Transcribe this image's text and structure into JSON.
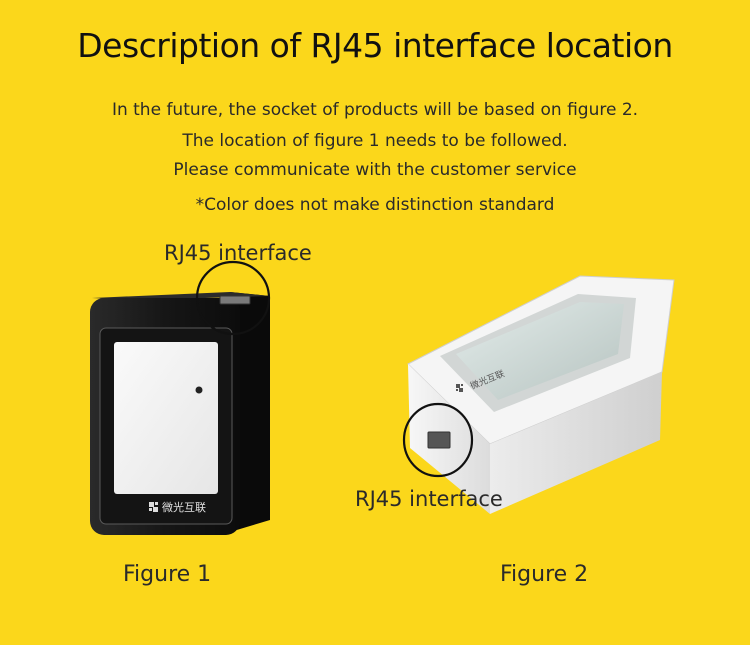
{
  "header": {
    "title": "Description of RJ45 interface location"
  },
  "description": {
    "lines": [
      "In the future, the socket of products will be based on figure 2.",
      "The location of figure 1 needs to be followed.",
      "Please communicate with the customer service",
      "*Color does not make distinction standard"
    ]
  },
  "figure1": {
    "interface_label": "RJ45 interface",
    "caption": "Figure 1",
    "brand": "微光互联"
  },
  "figure2": {
    "interface_label": "RJ45 interface",
    "caption": "Figure 2",
    "brand": "微光互联"
  },
  "colors": {
    "background": "#fbd71b",
    "device1_body": "#1c1c1c",
    "device2_body": "#ececec",
    "highlight_circle": "#111111"
  }
}
